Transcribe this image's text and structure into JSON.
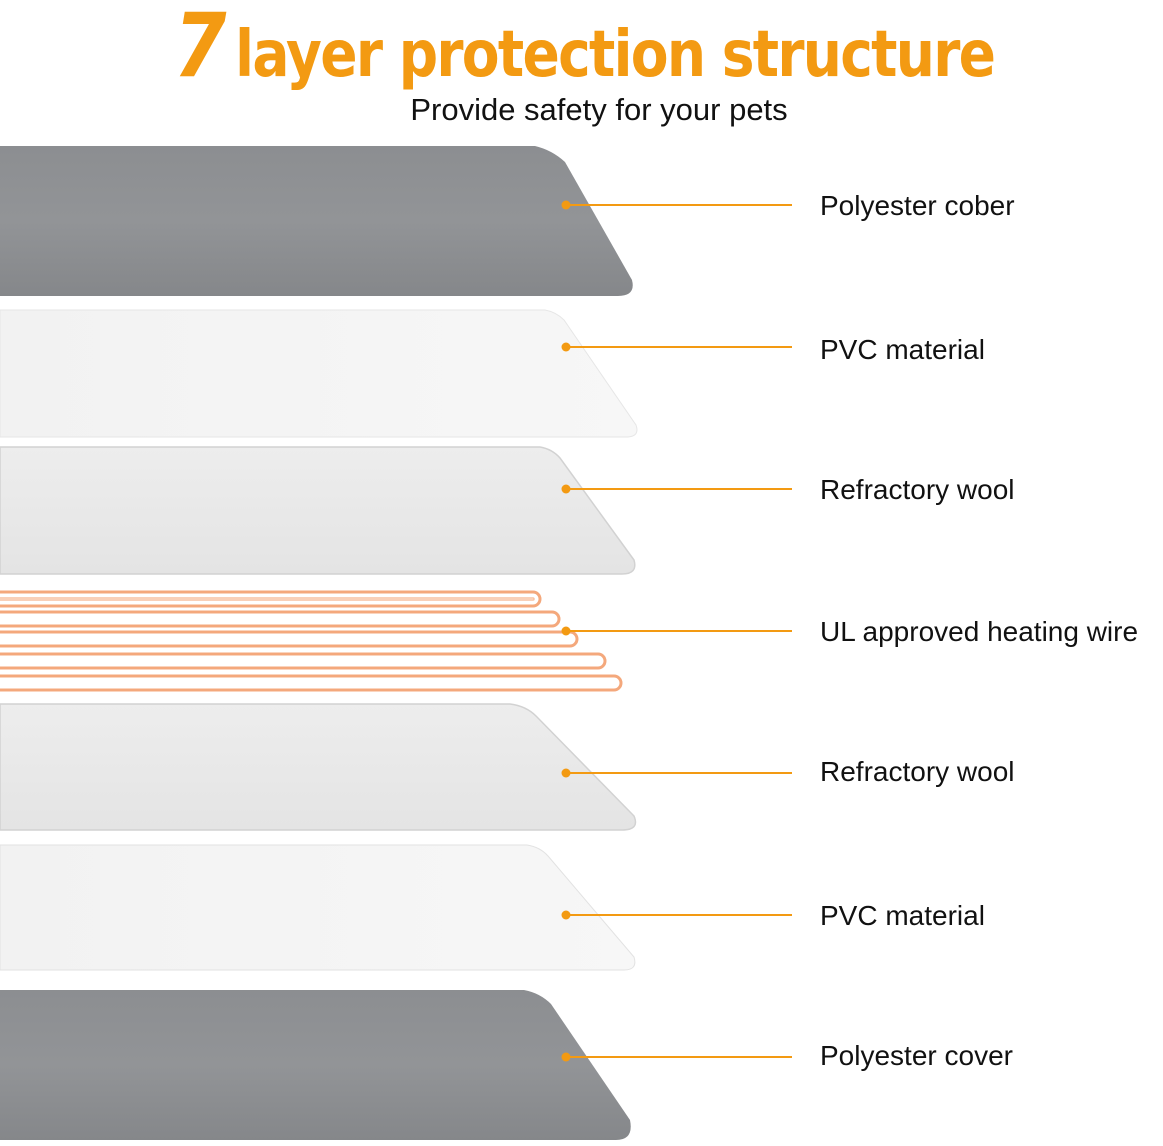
{
  "header": {
    "title_number": "7",
    "title_text": "layer protection structure",
    "subtitle": "Provide safety for your pets"
  },
  "colors": {
    "accent": "#F39A12",
    "fabric_gray": "#8E9093",
    "pvc": "#F3F3F3",
    "wool": "#E9E9E9",
    "wire": "#F4A87C"
  },
  "layers": [
    {
      "label": "Polyester cober",
      "type": "fabric"
    },
    {
      "label": "PVC material",
      "type": "pvc"
    },
    {
      "label": "Refractory wool",
      "type": "wool"
    },
    {
      "label": "UL approved heating wire",
      "type": "wire"
    },
    {
      "label": "Refractory wool",
      "type": "wool"
    },
    {
      "label": "PVC material",
      "type": "pvc"
    },
    {
      "label": "Polyester cover",
      "type": "fabric"
    }
  ]
}
